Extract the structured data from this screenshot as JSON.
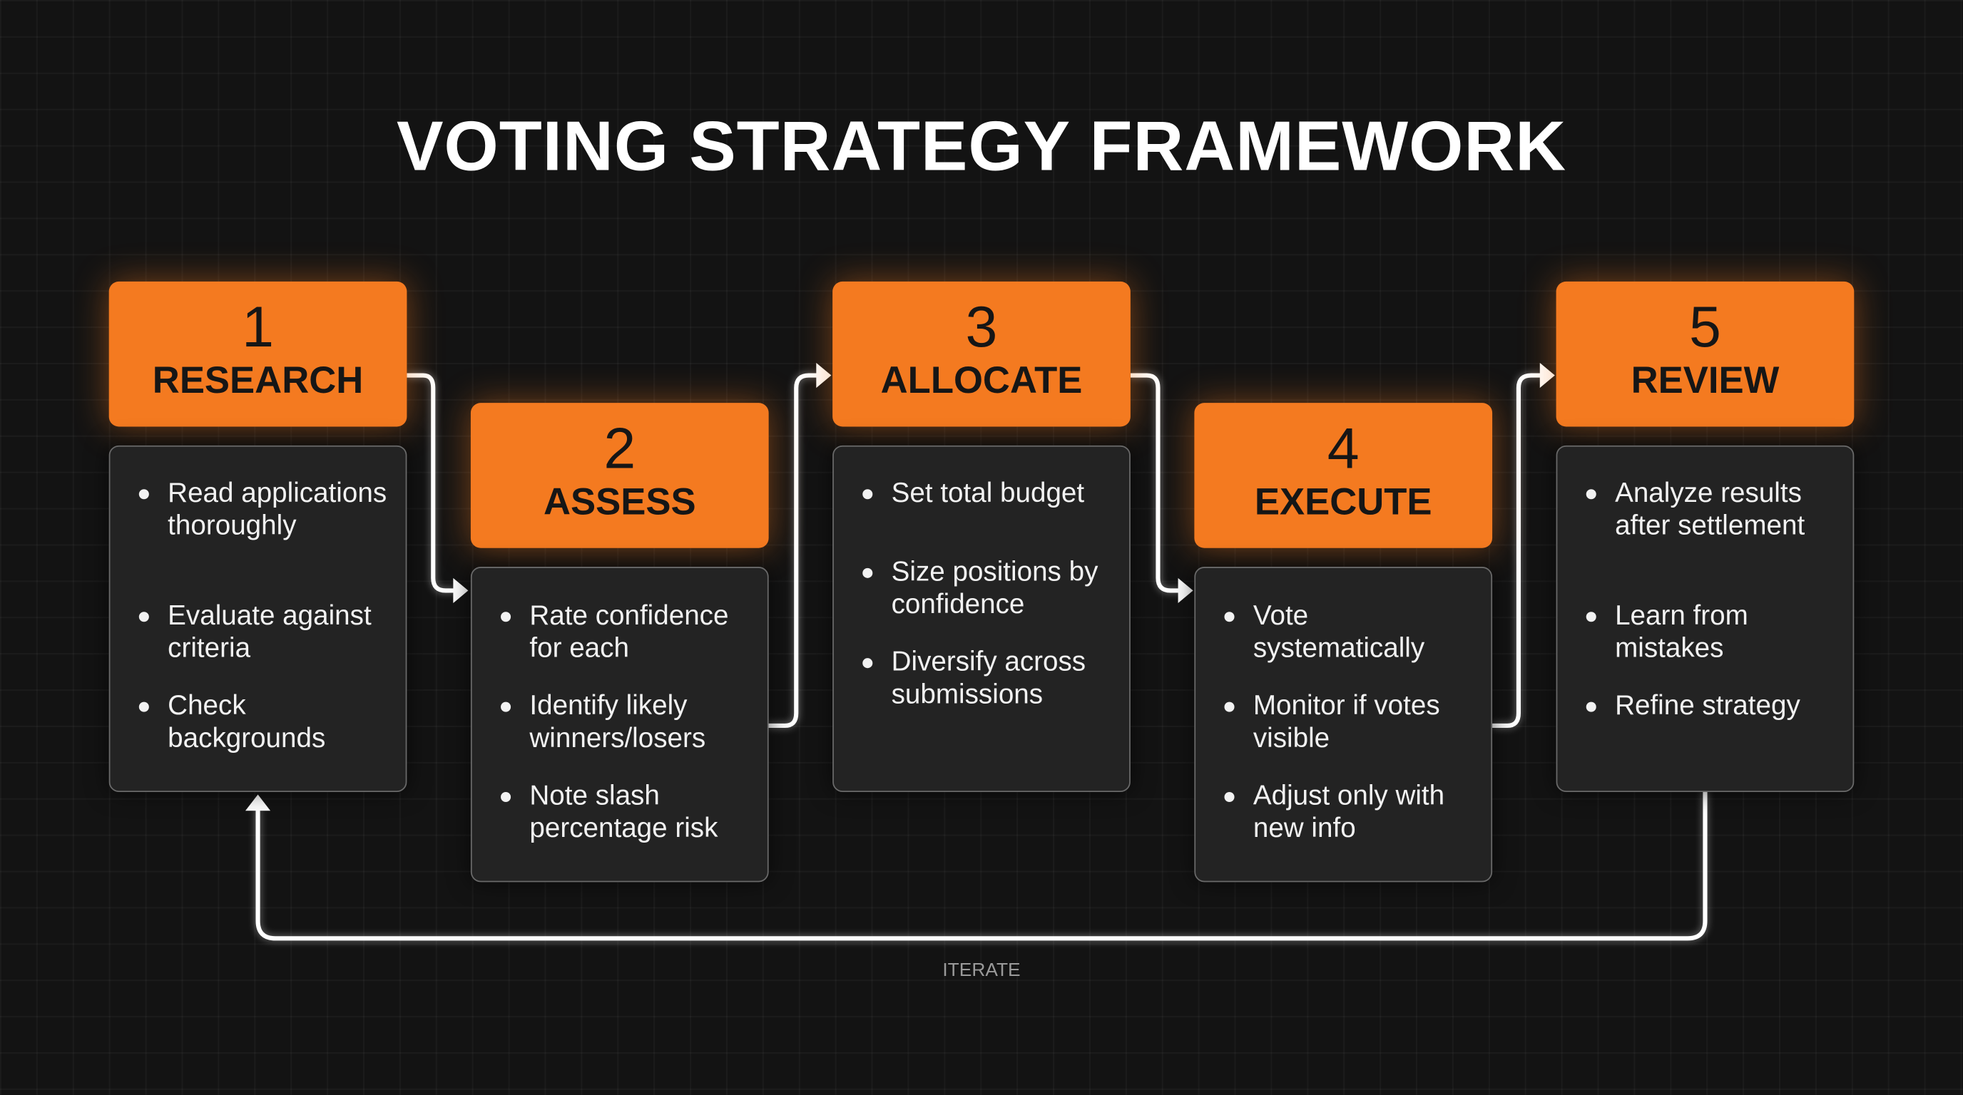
{
  "title": "VOTING STRATEGY FRAMEWORK",
  "steps": [
    {
      "number": "1",
      "label": "RESEARCH",
      "items": [
        "Read applications thoroughly",
        "Evaluate against criteria",
        "Check backgrounds"
      ]
    },
    {
      "number": "2",
      "label": "ASSESS",
      "items": [
        "Rate confidence for each",
        "Identify likely winners/losers",
        "Note slash percentage risk"
      ]
    },
    {
      "number": "3",
      "label": "ALLOCATE",
      "items": [
        "Set total budget",
        "Size positions by confidence",
        "Diversify across submissions"
      ]
    },
    {
      "number": "4",
      "label": "EXECUTE",
      "items": [
        "Vote systematically",
        "Monitor if votes visible",
        "Adjust only with new info"
      ]
    },
    {
      "number": "5",
      "label": "REVIEW",
      "items": [
        "Analyze results after settlement",
        "Learn from mistakes",
        "Refine strategy"
      ]
    }
  ],
  "loop_label": "ITERATE",
  "colors": {
    "accent": "#f47a20",
    "background": "#131313",
    "card": "#232323"
  }
}
